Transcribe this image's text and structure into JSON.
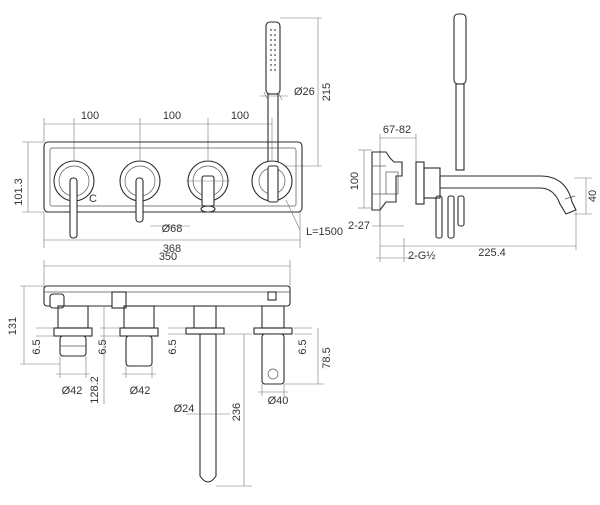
{
  "front_view": {
    "spacing_1": "100",
    "spacing_2": "100",
    "spacing_3": "100",
    "plate_height": "101.3",
    "handle_diameter": "Ø68",
    "plate_width": "368",
    "hose_length": "L=1500",
    "shower_diameter": "Ø26",
    "shower_height": "215",
    "flow_mark": "C"
  },
  "side_view": {
    "adjust_range": "67-82",
    "box_height": "100",
    "depth_range": "2-27",
    "thread": "2-G½",
    "spout_projection": "225.4",
    "outlet_height": "40"
  },
  "plan_view": {
    "body_length": "350",
    "total_depth": "131",
    "handle_offset_left": "6.5",
    "handle_offset_mid": "6.5",
    "handle_offset_spout": "6.5",
    "handle_offset_right": "6.5",
    "cap_diameter_left": "Ø42",
    "cap_diameter_mid": "Ø42",
    "cartridge_length": "128.2",
    "spout_diameter": "Ø24",
    "spout_length": "236",
    "holder_diameter": "Ø40",
    "holder_depth": "78.5"
  }
}
